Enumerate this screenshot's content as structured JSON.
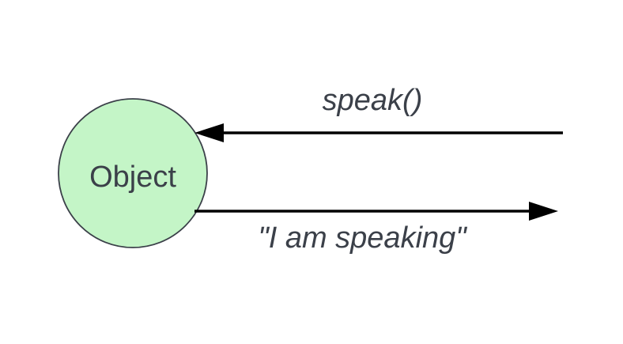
{
  "diagram": {
    "node": {
      "label": "Object",
      "fill": "#c4f5c7",
      "stroke": "#3b4049"
    },
    "incoming_message": {
      "label": "speak()",
      "direction": "toward-node"
    },
    "outgoing_message": {
      "label": "\"I am speaking\"",
      "direction": "away-from-node"
    },
    "colors": {
      "line": "#000000",
      "text": "#3b4049",
      "background": "#ffffff"
    }
  }
}
